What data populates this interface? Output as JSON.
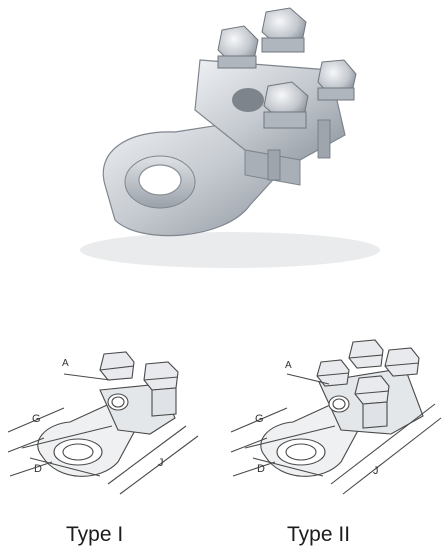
{
  "photo": {
    "subject_icon": "battery-terminal-clamp-photo"
  },
  "diagrams": [
    {
      "labels": {
        "a": "A",
        "g": "G",
        "d": "D",
        "j": "J"
      },
      "caption": "Type I",
      "icon": "type-i-clamp-drawing"
    },
    {
      "labels": {
        "a": "A",
        "g": "G",
        "d": "D",
        "j": "J"
      },
      "caption": "Type II",
      "icon": "type-ii-clamp-drawing"
    }
  ],
  "colors": {
    "metal_light": "#d9dde2",
    "metal_mid": "#b7bdc4",
    "metal_dark": "#7f868e",
    "line": "#4a4a4a"
  }
}
